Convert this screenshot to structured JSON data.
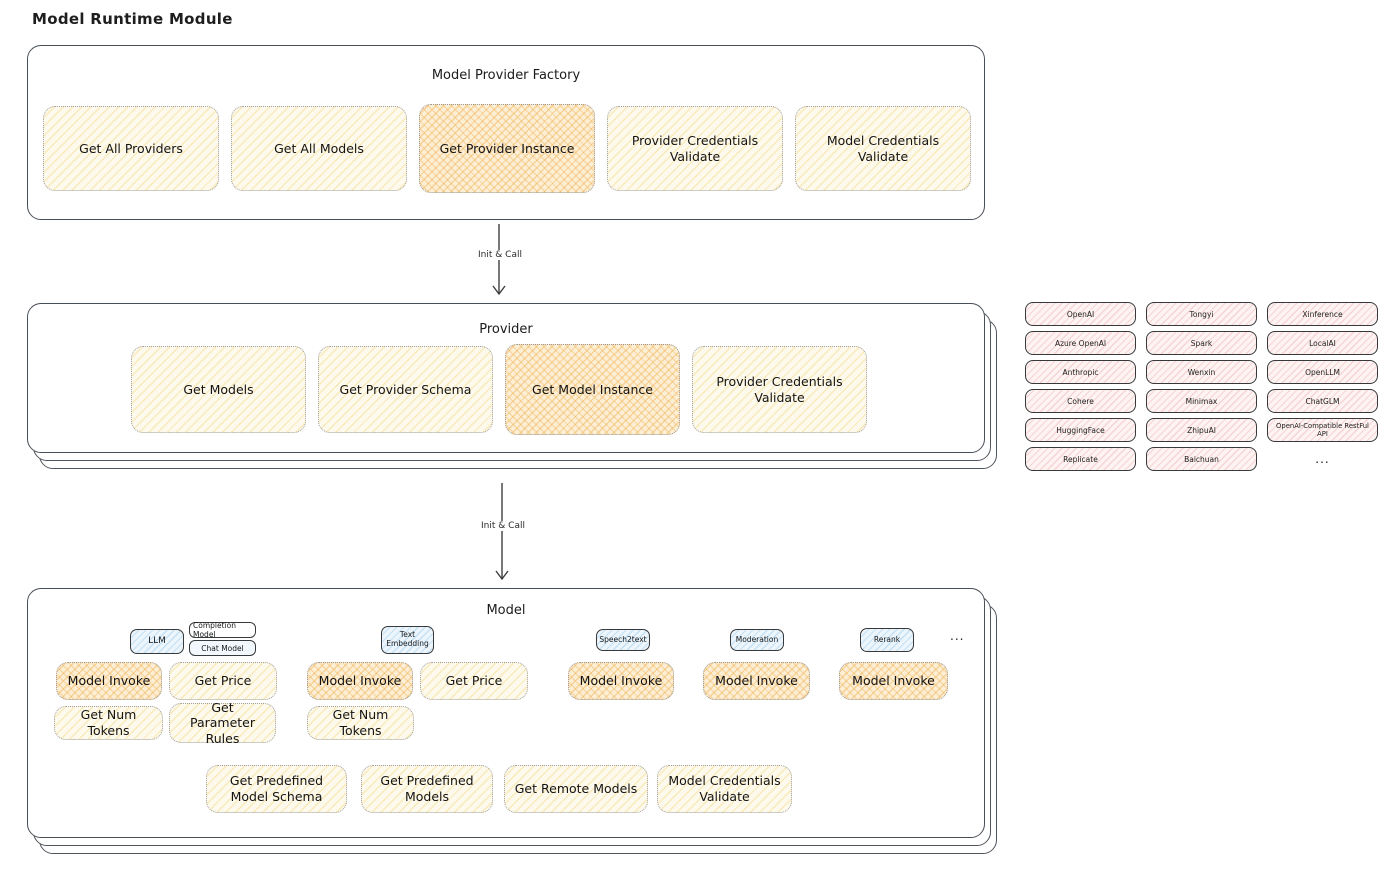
{
  "title": "Model Runtime Module",
  "colors": {
    "stroke": "#494f57",
    "node_yellow_fill": "#fdf9ec",
    "node_yellow_hatch": "#f2d376",
    "node_orange_fill": "#fcefd6",
    "node_orange_hatch": "#f1b458",
    "provider_chip_fill": "#fdf3f3",
    "provider_chip_hatch": "#eea0a0",
    "tag_blue_fill": "#ecf5fc",
    "tag_blue_hatch": "#8cc4e8"
  },
  "factory": {
    "title": "Model Provider Factory",
    "buttons": [
      "Get All Providers",
      "Get All Models",
      "Get Provider Instance",
      "Provider Credentials Validate",
      "Model Credentials Validate"
    ]
  },
  "arrow1": {
    "label": "Init & Call"
  },
  "arrow2": {
    "label": "Init & Call"
  },
  "provider": {
    "title": "Provider",
    "buttons": [
      "Get Models",
      "Get Provider Schema",
      "Get Model Instance",
      "Provider Credentials Validate"
    ]
  },
  "provider_grid": {
    "col1": [
      "OpenAI",
      "Azure OpenAI",
      "Anthropic",
      "Cohere",
      "HuggingFace",
      "Replicate"
    ],
    "col2": [
      "Tongyi",
      "Spark",
      "Wenxin",
      "Minimax",
      "ZhipuAI",
      "Baichuan"
    ],
    "col3": [
      "Xinference",
      "LocalAI",
      "OpenLLM",
      "ChatGLM",
      "OpenAI-Compatible RestFul API"
    ],
    "more": "..."
  },
  "model": {
    "title": "Model",
    "tags": {
      "llm": "LLM",
      "completion": "Completion Model",
      "chat": "Chat Model",
      "text_embedding": "Text Embedding",
      "speech2text": "Speech2text",
      "moderation": "Moderation",
      "rerank": "Rerank",
      "more": "..."
    },
    "buttons": {
      "model_invoke": "Model Invoke",
      "get_price": "Get Price",
      "get_num_tokens": "Get Num Tokens",
      "get_parameter_rules": "Get Parameter Rules",
      "get_predefined_model_schema": "Get Predefined Model Schema",
      "get_predefined_models": "Get Predefined Models",
      "get_remote_models": "Get Remote Models",
      "model_credentials_validate": "Model Credentials Validate"
    }
  }
}
